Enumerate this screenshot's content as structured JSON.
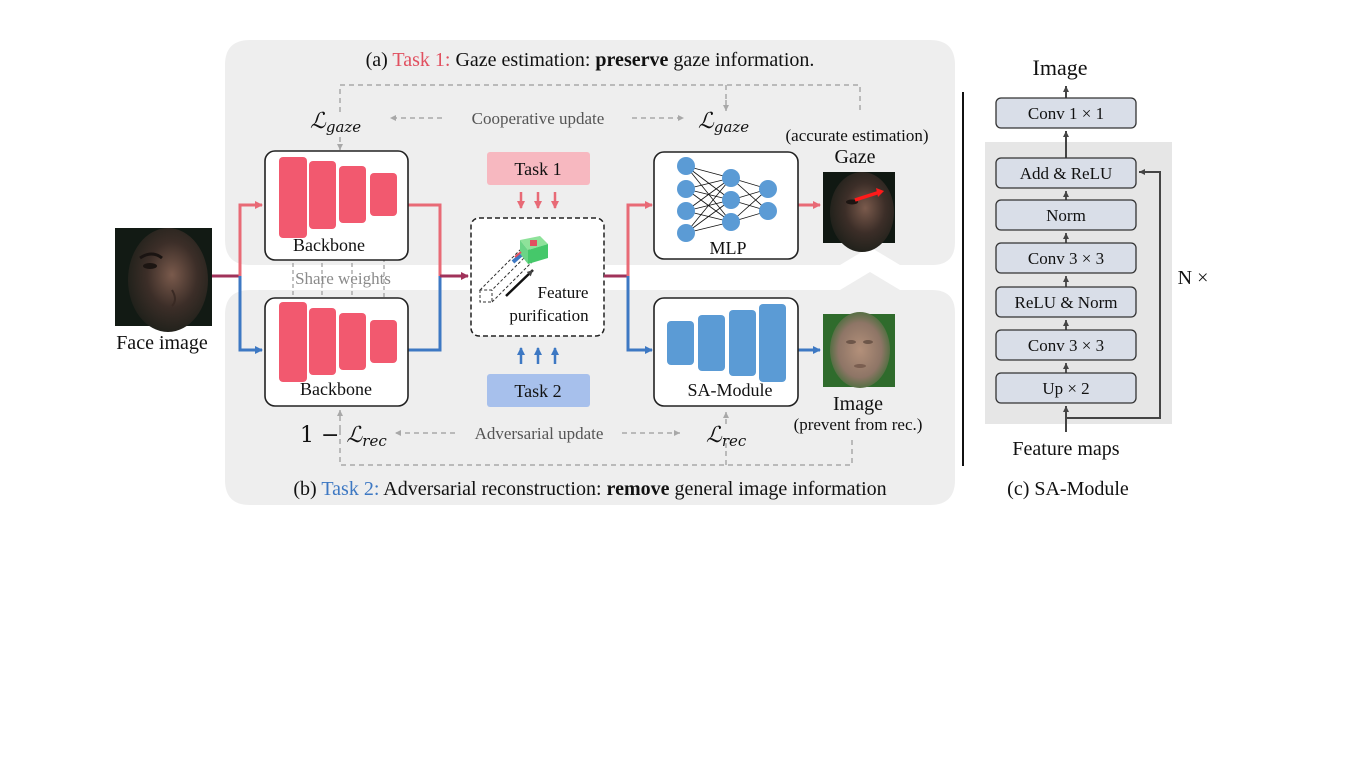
{
  "colors": {
    "task1": "#e15060",
    "task2": "#3d78c3",
    "backbone_bar": "#f2596f",
    "sa_bar": "#5b9bd5",
    "panel": "#eeeeee",
    "module_box": "#d9dee8",
    "feature_green": "#45c86a"
  },
  "panel_a": {
    "prefix": "(a) ",
    "task_label": "Task 1:",
    "caption_before": " Gaze estimation: ",
    "caption_bold": "preserve",
    "caption_after": " gaze information."
  },
  "panel_b": {
    "prefix": "(b) ",
    "task_label": "Task 2:",
    "caption_before": " Adversarial reconstruction: ",
    "caption_bold": "remove",
    "caption_after": " general image information"
  },
  "inputs": {
    "face_image_label": "Face image"
  },
  "backbone": {
    "label": "Backbone",
    "share_label": "Share weights"
  },
  "losses": {
    "gaze_script": "ℒ",
    "gaze_sub": "gaze",
    "rec_prefix": "1 − ",
    "rec_script": "ℒ",
    "rec_sub": "rec"
  },
  "updates": {
    "cooperative": "Cooperative update",
    "adversarial": "Adversarial update"
  },
  "feature": {
    "line1": "Feature",
    "line2": "purification"
  },
  "tasks": {
    "task1": "Task 1",
    "task2": "Task 2"
  },
  "mlp": {
    "label": "MLP"
  },
  "sa_module": {
    "label": "SA-Module"
  },
  "outputs": {
    "gaze_title": "Gaze",
    "gaze_note": "(accurate estimation)",
    "image_title": "Image",
    "image_note": "(prevent from rec.)"
  },
  "panel_c": {
    "top_label": "Image",
    "blocks": [
      "Conv 1 × 1",
      "Add & ReLU",
      "Norm",
      "Conv 3 × 3",
      "ReLU & Norm",
      "Conv 3 × 3",
      "Up × 2"
    ],
    "repeat_label": "N ×",
    "bottom_label": "Feature maps",
    "caption": "(c) SA-Module"
  }
}
